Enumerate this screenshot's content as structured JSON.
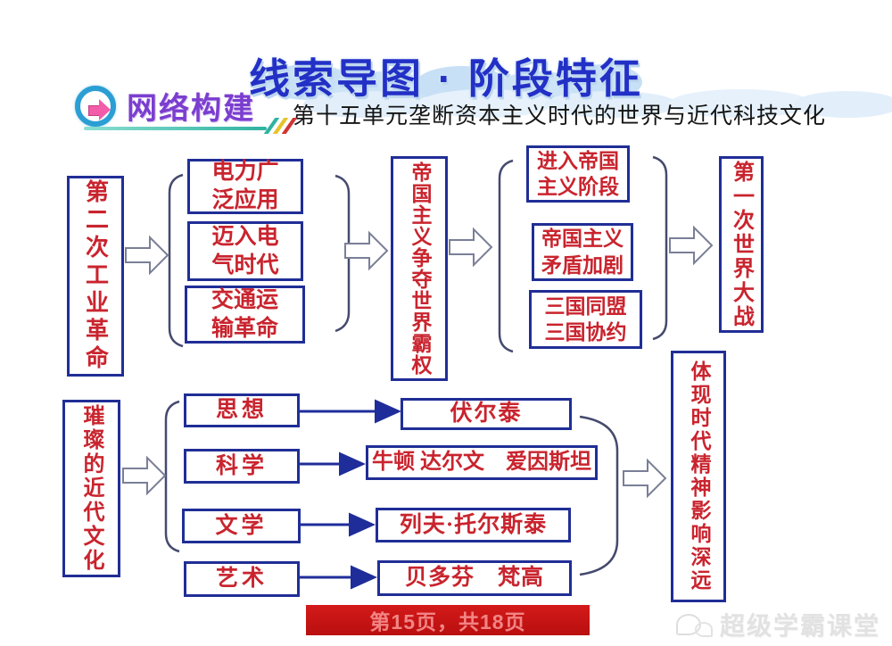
{
  "header": {
    "title": "线索导图 · 阶段特征",
    "subtitle": "第十五单元垄断资本主义时代的世界与近代科技文化",
    "badge": "网络构建"
  },
  "flow1": {
    "source": "第二次工业革命",
    "causes": [
      "电力广\n泛应用",
      "迈入电\n气时代",
      "交通运\n输革命"
    ],
    "middle": "帝国主义争夺世界霸权",
    "effects": [
      "进入帝国\n主义阶段",
      "帝国主义\n矛盾加剧",
      "三国同盟\n三国协约"
    ],
    "result": "第一次世界大战"
  },
  "flow2": {
    "source": "璀璨的近代文化",
    "rows": [
      {
        "category": "思想",
        "content": "伏尔泰"
      },
      {
        "category": "科学",
        "content": "牛顿 达尔文　爱因斯坦"
      },
      {
        "category": "文学",
        "content": "列夫·托尔斯泰"
      },
      {
        "category": "艺术",
        "content": "贝多芬　梵高"
      }
    ],
    "result": "体现时代精神影响深远"
  },
  "footer": {
    "page_info": "第15页，共18页",
    "watermark": "超级学霸课堂"
  },
  "colors": {
    "title_blue": "#2330c6",
    "badge_purple": "#7b3ecf",
    "box_border_navy": "#202e96",
    "box_text_red": "#c9242e",
    "page_bar_red": "#c41414",
    "page_bar_text": "#f28484",
    "underline_teal": "#2fb3a0"
  },
  "icons": {
    "badge_icon": "arrow-right-in-circle",
    "watermark_icon": "chat-bubbles"
  }
}
